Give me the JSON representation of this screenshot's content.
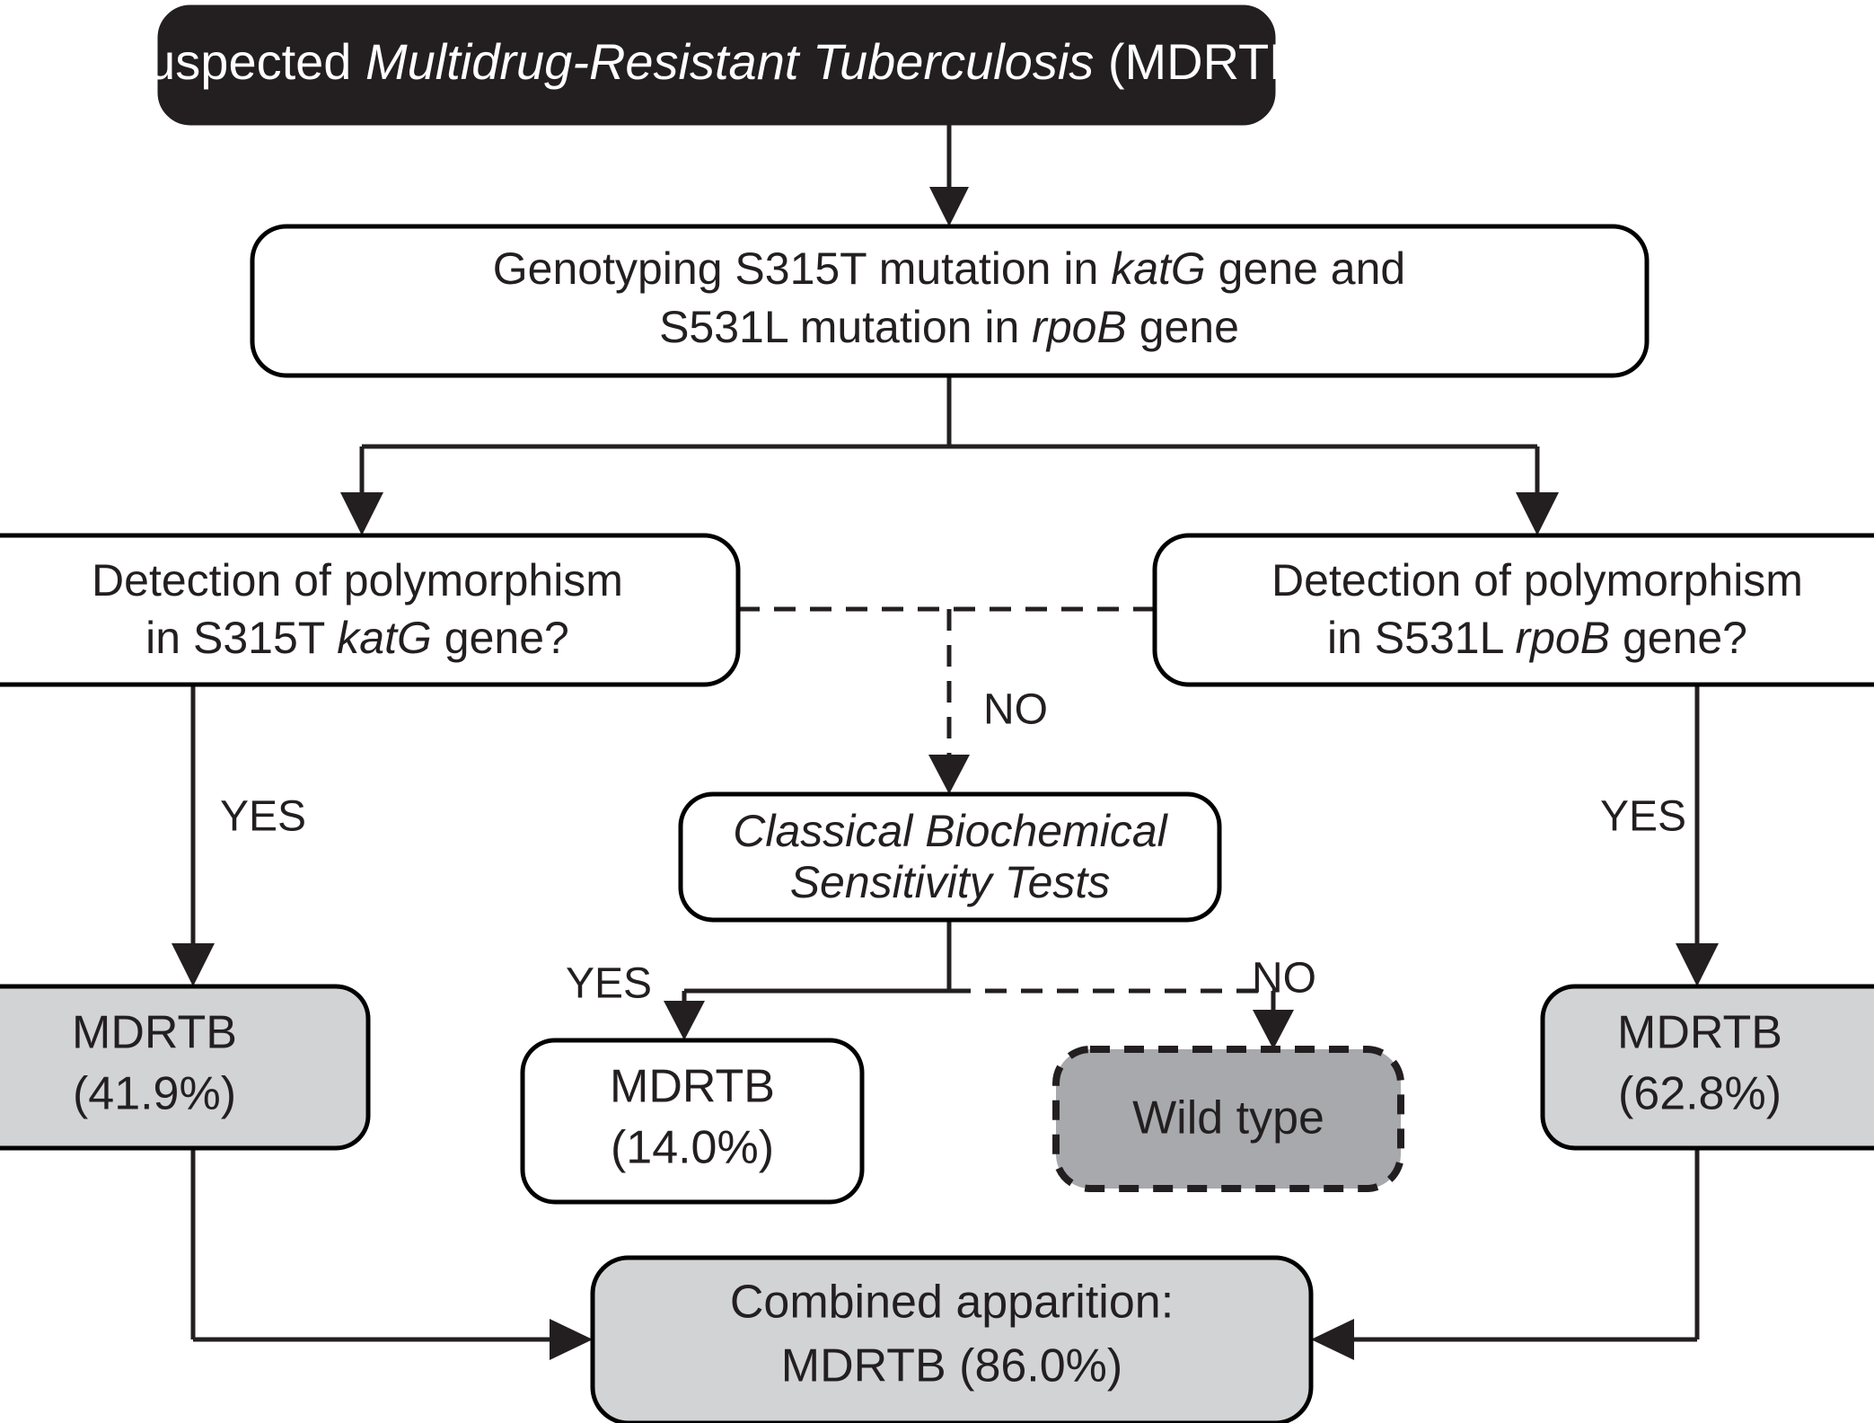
{
  "diagram": {
    "title_node": {
      "text_parts": [
        "Suspected ",
        "Multidrug-Resistant Tuberculosis",
        " (MDRTB)"
      ],
      "full_text": "Suspected Multidrug-Resistant Tuberculosis (MDRTB)",
      "fill": "#231f20",
      "text_color": "#ffffff"
    },
    "genotyping_node": {
      "line1_a": "Genotyping S315T mutation in ",
      "line1_b": "katG",
      "line1_c": " gene and",
      "line2_a": "S531L mutation in ",
      "line2_b": "rpoB",
      "line2_c": " gene",
      "full_text": "Genotyping S315T mutation in katG gene and S531L mutation in rpoB gene",
      "fill": "#ffffff"
    },
    "decision_left": {
      "line1": "Detection of polymorphism",
      "line2_a": "in S315T ",
      "line2_b": "katG",
      "line2_c": " gene?",
      "full_text": "Detection of polymorphism in S315T katG gene?",
      "fill": "#ffffff"
    },
    "decision_right": {
      "line1": "Detection of polymorphism",
      "line2_a": "in S531L ",
      "line2_b": "rpoB",
      "line2_c": " gene?",
      "full_text": "Detection of polymorphism in S531L rpoB gene?",
      "fill": "#ffffff"
    },
    "biochemical_node": {
      "line1": "Classical Biochemical",
      "line2": "Sensitivity Tests",
      "full_text": "Classical Biochemical Sensitivity Tests",
      "fill": "#ffffff"
    },
    "result_left": {
      "line1": "MDRTB",
      "line2": "(41.9%)",
      "value": "41.9%",
      "fill": "#d2d3d4"
    },
    "result_middle": {
      "line1": "MDRTB",
      "line2": "(14.0%)",
      "value": "14.0%",
      "fill": "#ffffff"
    },
    "result_wildtype": {
      "line1": "Wild type",
      "fill": "#a7a9ac"
    },
    "result_right": {
      "line1": "MDRTB",
      "line2": "(62.8%)",
      "value": "62.8%",
      "fill": "#d2d3d4"
    },
    "combined_node": {
      "line1": "Combined apparition:",
      "line2": "MDRTB (86.0%)",
      "value": "86.0%",
      "fill": "#d2d3d4"
    },
    "edge_labels": {
      "yes_left": "YES",
      "no_center": "NO",
      "yes_center": "YES",
      "no_right": "NO",
      "yes_right": "YES"
    }
  }
}
